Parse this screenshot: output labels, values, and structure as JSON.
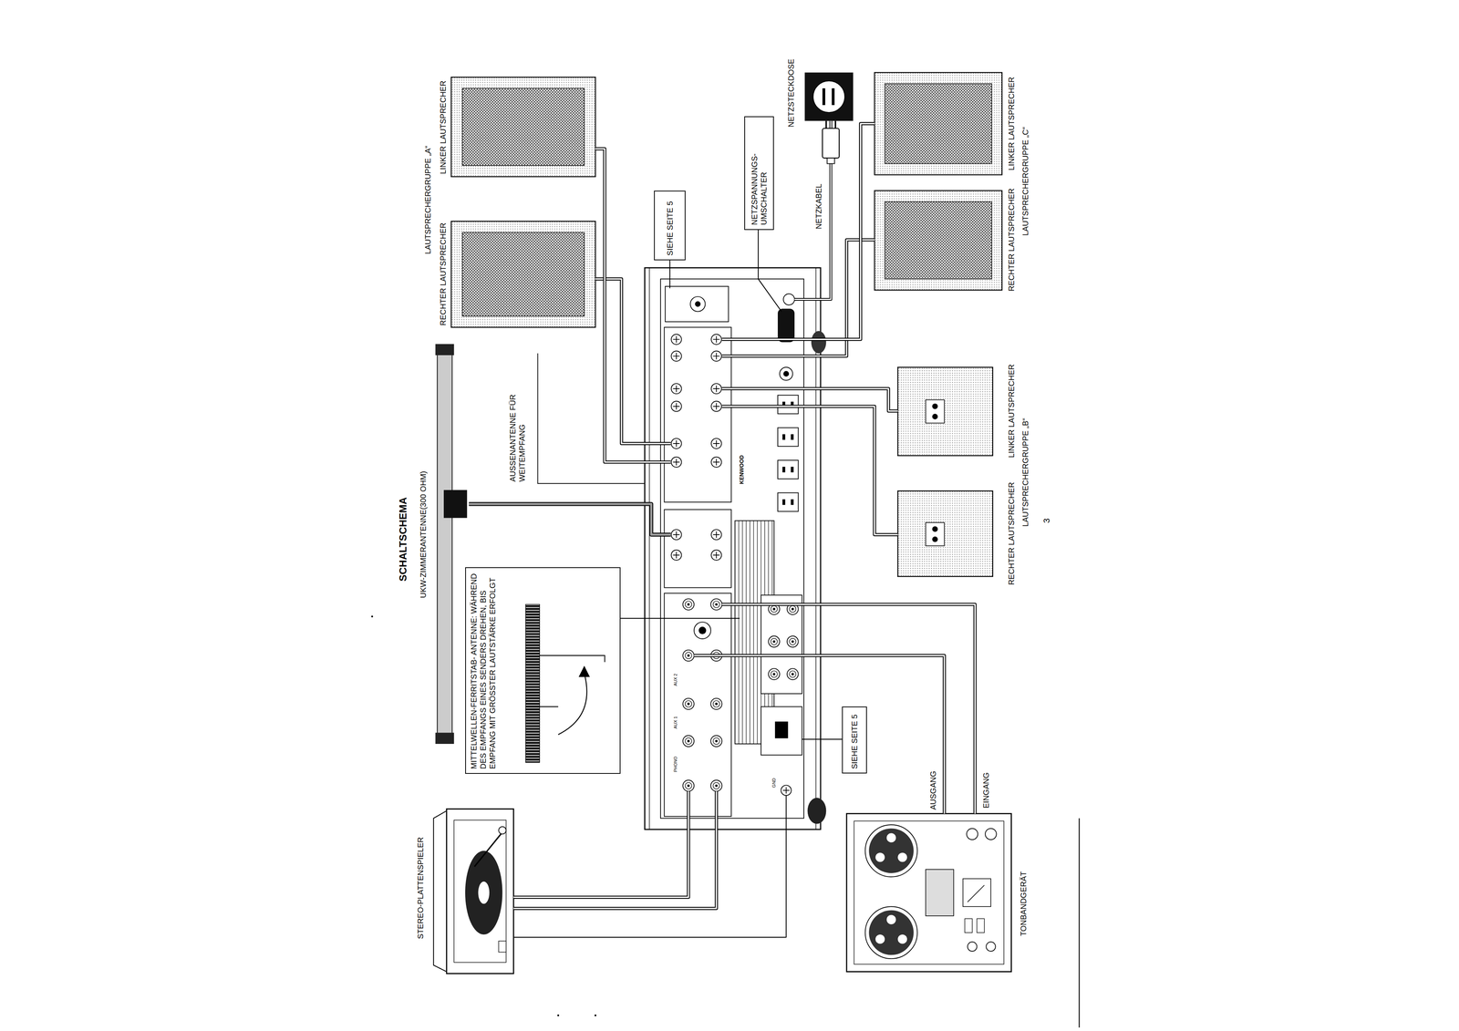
{
  "diagram": {
    "title": "SCHALTSCHEMA",
    "nodes": [
      {
        "text": [
          "STEREO-PLATTENSPIELER"
        ]
      },
      {
        "text": [
          "UKW-ZIMMERANTENNE(300 OHM)"
        ]
      },
      {
        "text": [
          "RECHTER LAUTSPRECHER"
        ]
      },
      {
        "text": [
          "LINKER LAUTSPRECHER"
        ]
      },
      {
        "text": [
          "MITTELWELLEN-FERRITSTAB- ANTENNE: WÄHREND DES EMPFANGS EINES SENDERS DREHEN, BIS EMPFANG MIT GRÖSSTER LAUTSTÄRKE ERFOLGT"
        ]
      },
      {
        "text": [
          "SIEHE SEITE 5"
        ]
      },
      {
        "text": [
          "KENWOOD"
        ]
      },
      {
        "text": [
          "NETZSPANNUNGS- UMSCHALTER"
        ]
      },
      {
        "text": [
          "SIEHE SEITE 5"
        ]
      },
      {
        "text": [
          "TONBANDGERÄT"
        ]
      },
      {
        "text": [
          "RECHTER LAUTSPRECHER"
        ]
      },
      {
        "text": [
          "LINKER LAUTSPRECHER"
        ]
      },
      {
        "text": [
          "RECHTER LAUTSPRECHER"
        ]
      },
      {
        "text": [
          "LINKER LAUTSPRECHER"
        ]
      },
      {
        "text": [
          "NETZSTECKDOSE"
        ]
      }
    ],
    "edges": [
      {
        "from": 0,
        "to": 6,
        "arrow": "none"
      },
      {
        "from": 6,
        "to": 9,
        "arrow": "none",
        "label": "AUSGANG"
      },
      {
        "from": 9,
        "to": 6,
        "arrow": "none",
        "label": "EINGANG"
      },
      {
        "from": 1,
        "to": 6,
        "arrow": "none"
      },
      {
        "from": 6,
        "to": 2,
        "arrow": "none"
      },
      {
        "from": 6,
        "to": 3,
        "arrow": "none"
      },
      {
        "from": 6,
        "to": 10,
        "arrow": "none"
      },
      {
        "from": 6,
        "to": 11,
        "arrow": "none"
      },
      {
        "from": 6,
        "to": 12,
        "arrow": "none"
      },
      {
        "from": 6,
        "to": 13,
        "arrow": "none"
      },
      {
        "from": 6,
        "to": 14,
        "arrow": "none",
        "label": "NETZKABEL"
      },
      {
        "from": 4,
        "to": 6,
        "arrow": "none"
      },
      {
        "from": 5,
        "to": 6,
        "arrow": "none"
      },
      {
        "from": 7,
        "to": 6,
        "arrow": "none"
      },
      {
        "from": 8,
        "to": 6,
        "arrow": "none"
      }
    ],
    "labels": [
      "LAUTSPRECHERGRUPPE „A“",
      "AUSSENANTENNE FÜR WEITEMPFANG",
      "PHONO",
      "AUX 1",
      "AUX 2",
      "GND",
      "LAUTSPRECHERGRUPPE „B“",
      "LAUTSPRECHERGRUPPE „C“",
      "3"
    ]
  }
}
